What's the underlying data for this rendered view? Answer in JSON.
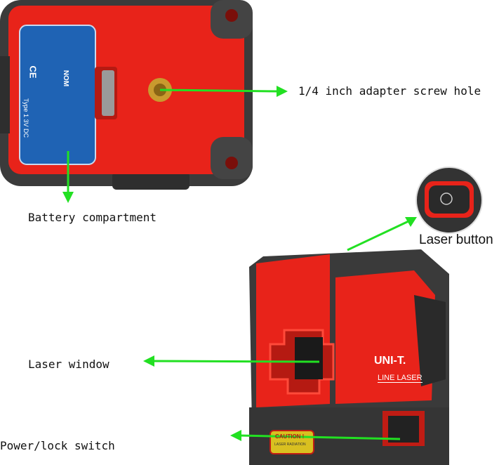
{
  "callouts": {
    "screw_hole": "1/4 inch adapter screw hole",
    "battery": "Battery compartment",
    "laser_button": "Laser button",
    "laser_window": "Laser window",
    "power_switch": "Power/lock switch"
  },
  "device": {
    "brand": "UNI-T.",
    "model_line": "LINE LASER",
    "caution": "CAUTION !",
    "caution_sub": "LASER RADIATION",
    "label_text": "Type 1  3V DC",
    "nom": "NOM",
    "ce": "CE"
  },
  "colors": {
    "arrow": "#22e022",
    "body_red": "#e8231a",
    "body_dark": "#3a3a3a",
    "label_blue": "#1f63b4"
  }
}
